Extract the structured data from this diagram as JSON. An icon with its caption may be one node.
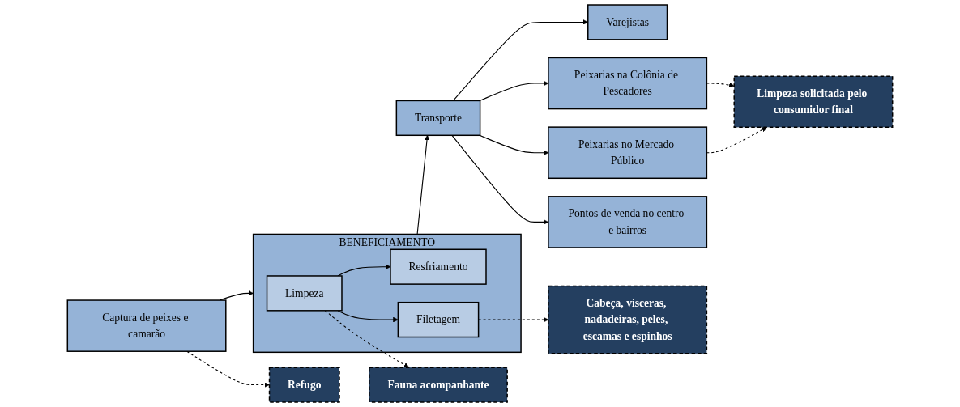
{
  "diagram": {
    "nodes": [
      {
        "text": [
          "Captura de peixes e camarão"
        ]
      },
      {
        "text": [
          "Refugo"
        ]
      },
      {
        "text": [
          "BENEFICIAMENTO"
        ]
      },
      {
        "text": [
          "Limpeza"
        ],
        "in": 2
      },
      {
        "text": [
          "Resfriamento"
        ],
        "in": 2
      },
      {
        "text": [
          "Filetagem"
        ],
        "in": 2
      },
      {
        "text": [
          "Fauna acompanhante"
        ]
      },
      {
        "text": [
          "Cabeça, vísceras, nadadeiras, peles, escamas e espinhos"
        ]
      },
      {
        "text": [
          "Transporte"
        ]
      },
      {
        "text": [
          "Varejistas"
        ]
      },
      {
        "text": [
          "Peixarias na Colônia de Pescadores"
        ]
      },
      {
        "text": [
          "Peixarias no Mercado Público"
        ]
      },
      {
        "text": [
          "Pontos de venda no centro e bairros"
        ]
      },
      {
        "text": [
          "Limpeza solicitada pelo consumidor final"
        ]
      }
    ],
    "edges": [
      {
        "from": 0,
        "to": 2,
        "arrow": "to"
      },
      {
        "from": 0,
        "to": 1,
        "arrow": "to",
        "style": "dashed"
      },
      {
        "from": 3,
        "to": 4,
        "arrow": "to"
      },
      {
        "from": 3,
        "to": 5,
        "arrow": "to"
      },
      {
        "from": 3,
        "to": 6,
        "arrow": "to",
        "style": "dashed"
      },
      {
        "from": 5,
        "to": 7,
        "arrow": "to",
        "style": "dashed"
      },
      {
        "from": 2,
        "to": 8,
        "arrow": "to"
      },
      {
        "from": 8,
        "to": 9,
        "arrow": "to"
      },
      {
        "from": 8,
        "to": 10,
        "arrow": "to"
      },
      {
        "from": 8,
        "to": 11,
        "arrow": "to"
      },
      {
        "from": 8,
        "to": 12,
        "arrow": "to"
      },
      {
        "from": 10,
        "to": 13,
        "arrow": "to",
        "style": "dashed"
      },
      {
        "from": 11,
        "to": 13,
        "arrow": "to",
        "style": "dashed"
      }
    ]
  }
}
